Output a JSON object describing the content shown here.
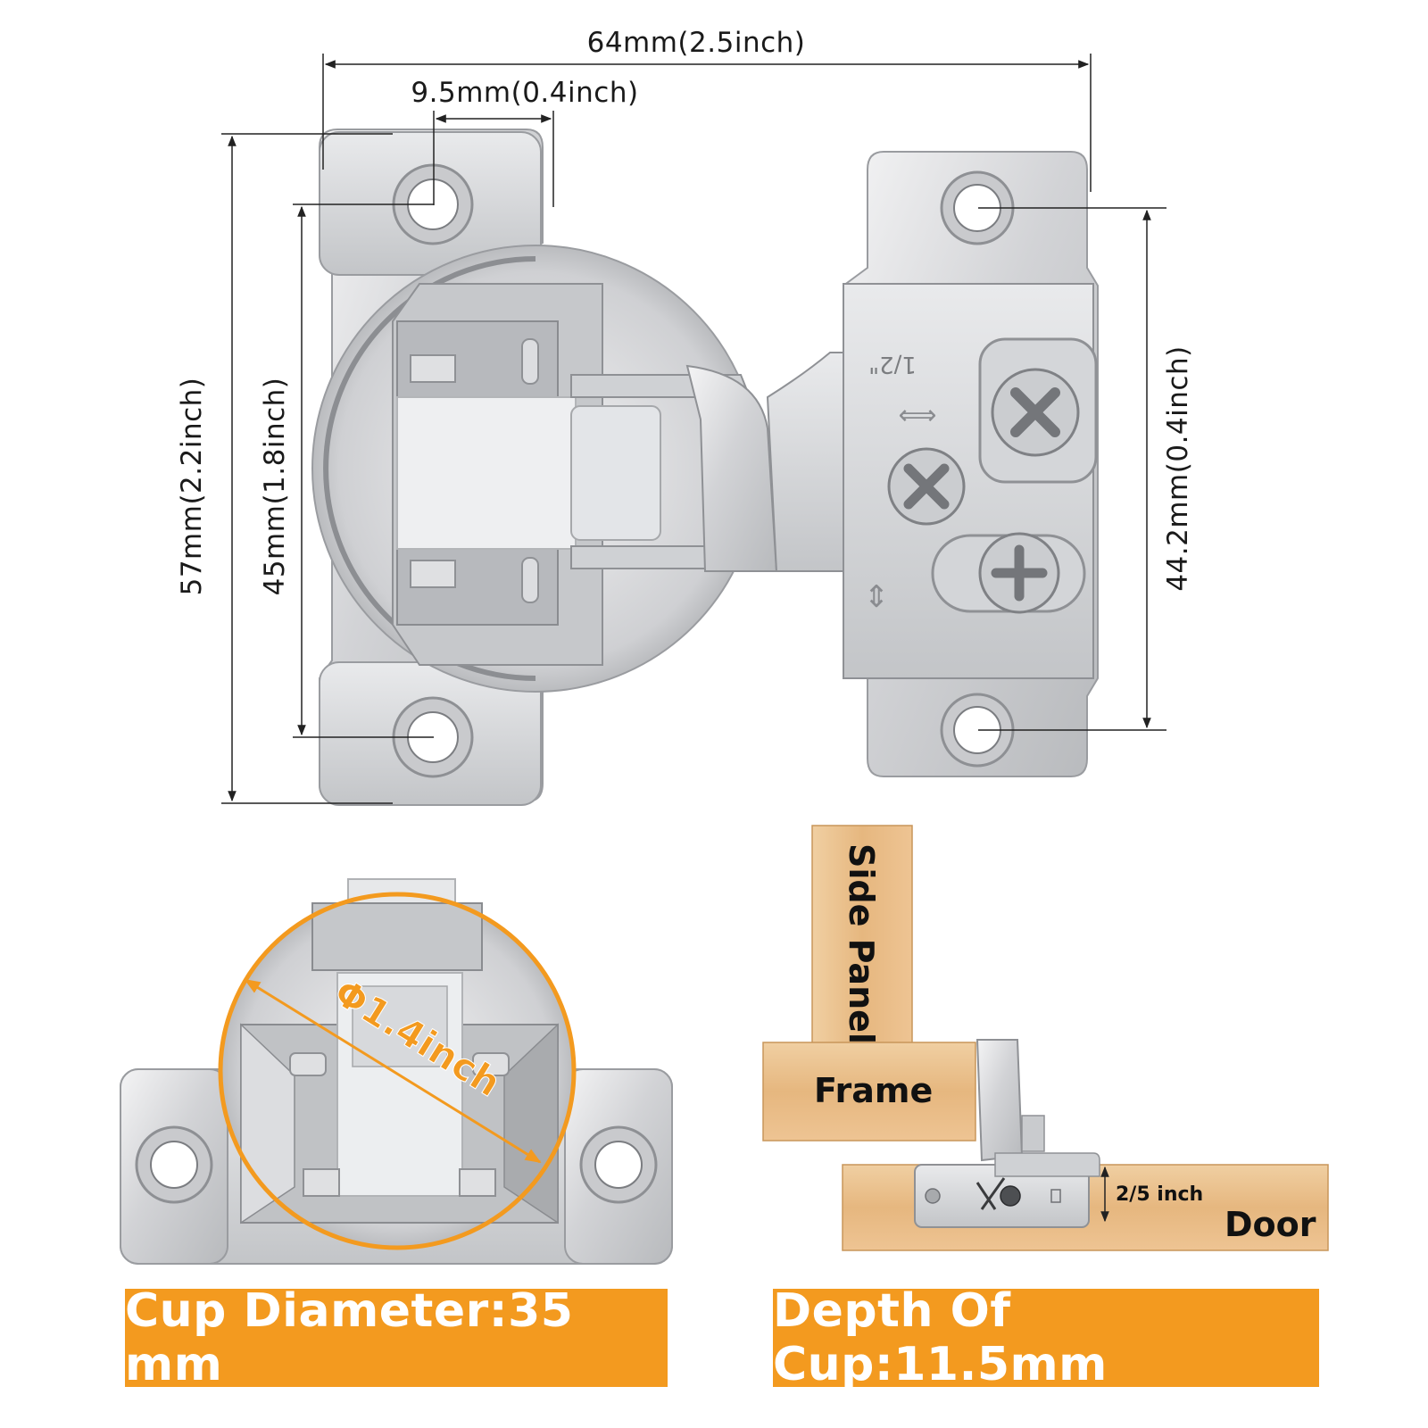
{
  "dimensions": {
    "overall_width": "64mm(2.5inch)",
    "hole_offset": "9.5mm(0.4inch)",
    "overall_height": "57mm(2.2inch)",
    "hole_spacing": "45mm(1.8inch)",
    "plate_hole_spacing": "44.2mm(0.4inch)"
  },
  "hinge_markings": {
    "overlay": "1/2\"",
    "horizontal_arrow": "⟺",
    "vertical_arrow": "⇕"
  },
  "cup_detail": {
    "diameter_label": "Φ1.4inch"
  },
  "installation": {
    "side_panel": "Side Panel",
    "frame": "Frame",
    "door": "Door",
    "overlay_measure": "2/5 inch"
  },
  "banners": {
    "cup_diameter": "Cup Diameter:35 mm",
    "cup_depth": "Depth Of Cup:11.5mm"
  },
  "colors": {
    "accent": "#f39a1f",
    "metal": "#d9dadc",
    "wood": "#e7bb85"
  }
}
